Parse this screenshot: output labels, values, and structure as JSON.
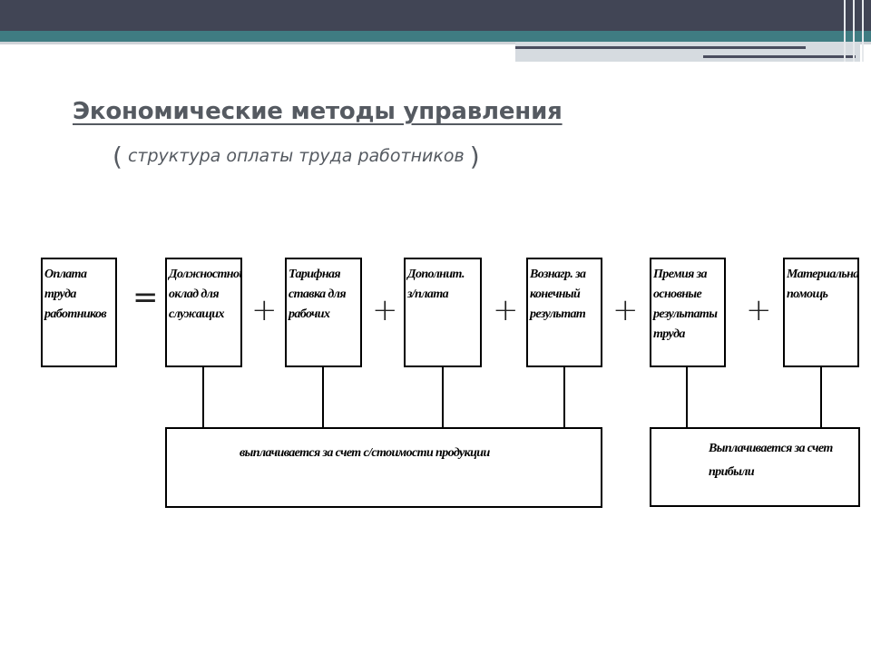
{
  "slide": {
    "title": "Экономические методы управления",
    "subtitle_open": "(",
    "subtitle": " структура оплаты труда работников",
    "subtitle_close": ")"
  },
  "diagram": {
    "operators": {
      "equals": "=",
      "plus": "+"
    },
    "total_box": "Оплата труда\nработников",
    "components": [
      "Должностной\nоклад для\nслужащих",
      "Тарифная\nставка для\nрабочих",
      "Дополнит.\nз/плата",
      "Вознагр. за\nконечный\nрезультат",
      "Премия за\nосновные\nрезультаты\nтруда",
      "Материальная\nпомощь"
    ],
    "funding_sources": [
      "выплачивается за счет с/стоимости продукции",
      "Выплачивается за счет\nприбыли"
    ]
  }
}
